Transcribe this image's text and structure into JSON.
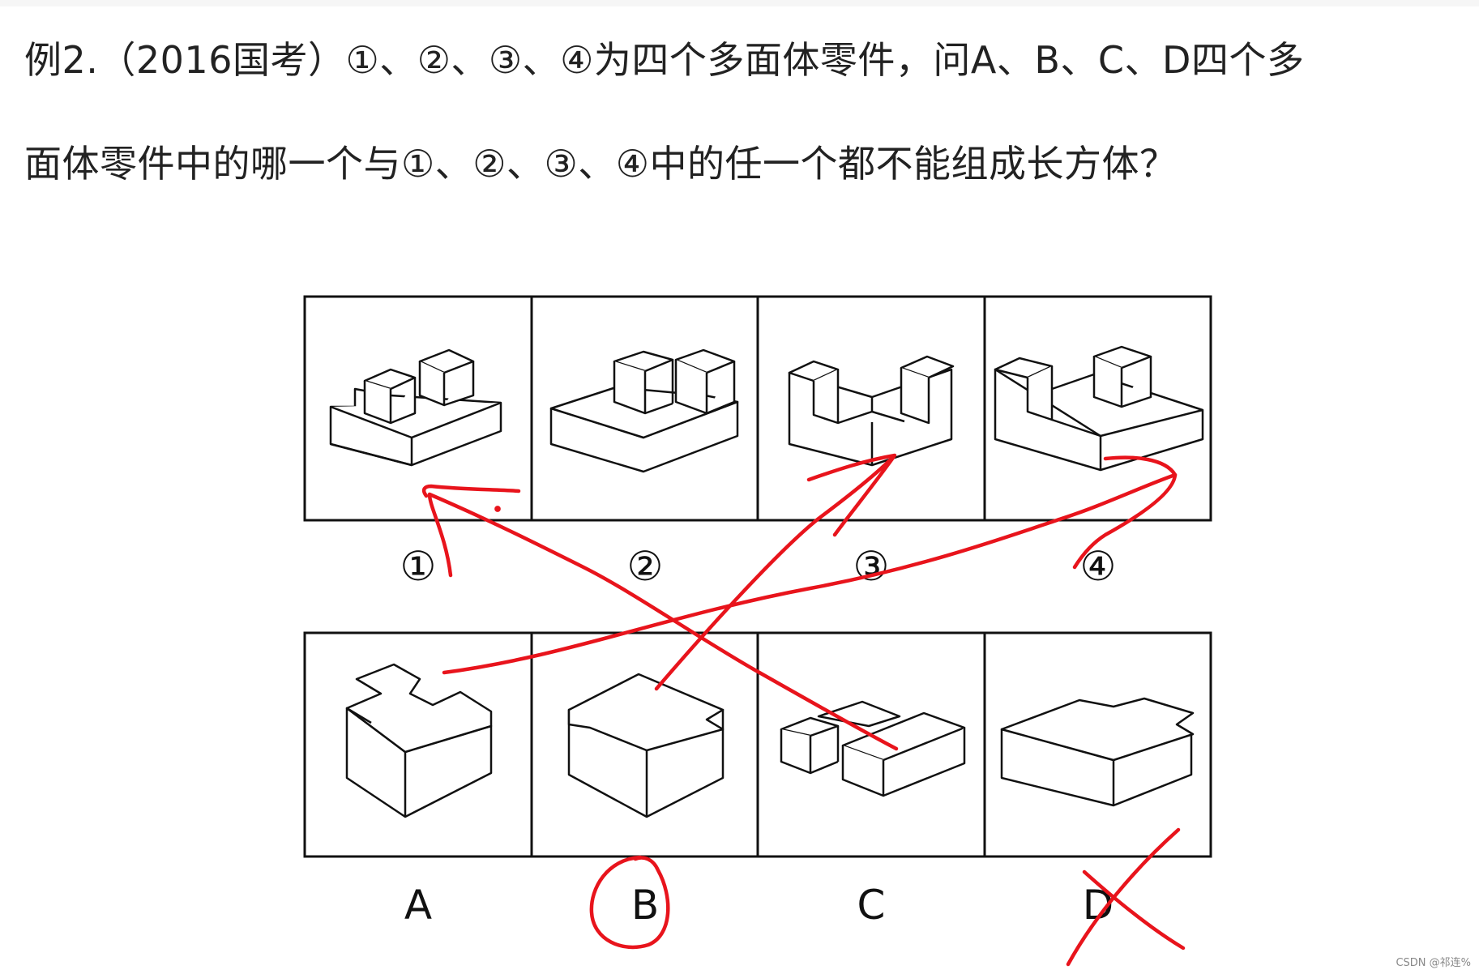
{
  "question": {
    "line1": "例2.（2016国考）①、②、③、④为四个多面体零件，问A、B、C、D四个多",
    "line2": "面体零件中的哪一个与①、②、③、④中的任一个都不能组成长方体？"
  },
  "top_labels": [
    "①",
    "②",
    "③",
    "④"
  ],
  "bottom_labels": [
    "A",
    "B",
    "C",
    "D"
  ],
  "annotations": {
    "ink_color": "#e8141c",
    "arrows": [
      {
        "from": "A",
        "to": "④"
      },
      {
        "from": "B",
        "to": "③"
      },
      {
        "from": "C",
        "to": "①"
      }
    ],
    "circled_choice": "B",
    "crossed_choice": "D"
  },
  "watermark": "CSDN @祁连%"
}
